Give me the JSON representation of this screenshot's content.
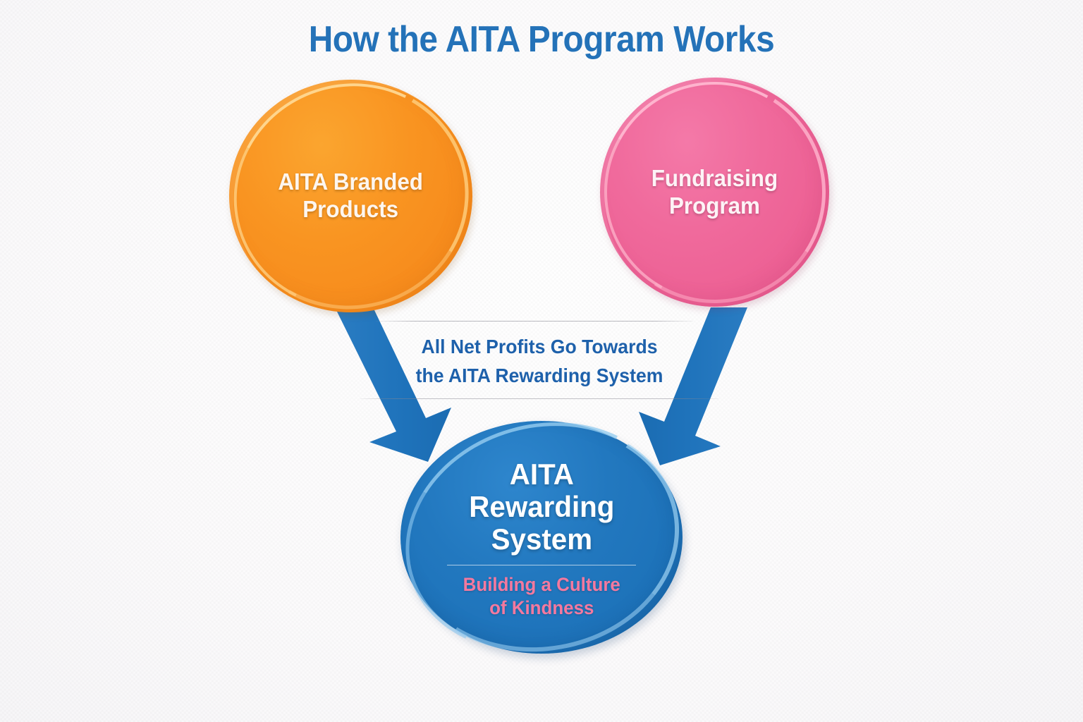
{
  "diagram": {
    "title": "How the AITA Program Works",
    "title_color": "#2472b8",
    "background_color": "#fcfbfc",
    "nodes": {
      "products": {
        "label": "AITA Branded\nProducts",
        "shape": "circle",
        "fill_color": "#f7931e",
        "text_color": "#fdf6ef"
      },
      "fundraising": {
        "label": "Fundraising\nProgram",
        "shape": "circle",
        "fill_color": "#f0629a",
        "text_color": "#fdf3f6"
      },
      "rewarding": {
        "title": "AITA\nRewarding\nSystem",
        "subtitle": "Building a Culture\nof Kindness",
        "shape": "ellipse",
        "fill_color": "#1f75bd",
        "title_color": "#ffffff",
        "subtitle_color": "#f4799f"
      }
    },
    "caption": {
      "text": "All Net Profits Go Towards\nthe AITA Rewarding System",
      "color": "#1e61ab"
    },
    "arrows": [
      {
        "name": "products-to-rewarding",
        "from": "products",
        "to": "rewarding",
        "color": "#1f75bd",
        "direction": "down-right"
      },
      {
        "name": "fundraising-to-rewarding",
        "from": "fundraising",
        "to": "rewarding",
        "color": "#1f75bd",
        "direction": "down-left"
      }
    ]
  }
}
